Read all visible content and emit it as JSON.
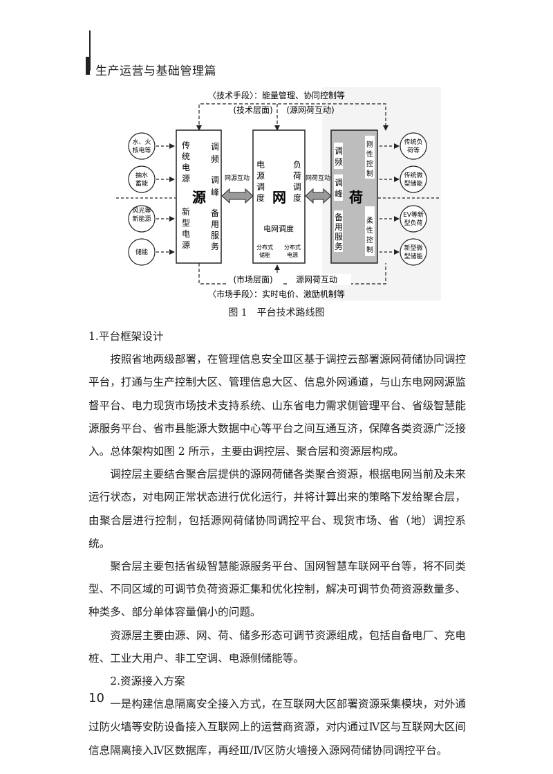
{
  "header": {
    "title": "生产运营与基础管理篇"
  },
  "figure": {
    "top_label": "〈技术手段〉：能量管理、协同控制等",
    "top_layer": "(技术层面)",
    "top_interact": "(源网荷互动)",
    "bottom_layer": "(市场层面)",
    "bottom_interact": "源网荷互动",
    "bottom_label": "〈市场手段〉：实时电价、激励机制等",
    "left_nodes": [
      "水、火核电等",
      "抽水蓄能",
      "风光等新能源",
      "储能"
    ],
    "right_nodes": [
      "传统负荷等",
      "传统微型储能",
      "EV等新型负荷",
      "新型微型储能"
    ],
    "source": {
      "big": "源",
      "traditional": "传统电源",
      "new": "新型电源",
      "tiao_pin": "调频",
      "tiao_feng": "调峰",
      "backup": "备用服务"
    },
    "grid": {
      "big": "网",
      "power_dispatch": "电源调度",
      "load_dispatch": "负荷调度",
      "grid_dispatch": "电网调度",
      "dist_storage": "分布式储能",
      "dist_power": "分布式电源"
    },
    "load": {
      "big": "荷",
      "tiao_pin": "调频",
      "tiao_feng": "调峰",
      "backup": "备用服务",
      "rigid": "刚性控制",
      "flexible": "柔性控制"
    },
    "arrow_left": "网源互动",
    "arrow_right": "网荷互动"
  },
  "caption": "图 1　平台技术路线图",
  "sections": [
    {
      "kind": "h",
      "text": "1.平台框架设计"
    },
    {
      "kind": "p",
      "text": "按照省地两级部署，在管理信息安全Ⅲ区基于调控云部署源网荷储协同调控平台，打通与生产控制大区、管理信息大区、信息外网通道，与山东电网网源监督平台、电力现货市场技术支持系统、山东省电力需求侧管理平台、省级智慧能源服务平台、省市县能源大数据中心等平台之间互通互济，保障各类资源广泛接入。总体架构如图 2 所示，主要由调控层、聚合层和资源层构成。"
    },
    {
      "kind": "p",
      "text": "调控层主要结合聚合层提供的源网荷储各类聚合资源，根据电网当前及未来运行状态，对电网正常状态进行优化运行，并将计算出来的策略下发给聚合层，由聚合层进行控制，包括源网荷储协同调控平台、现货市场、省（地）调控系统。"
    },
    {
      "kind": "p",
      "text": "聚合层主要包括省级智慧能源服务平台、国网智慧车联网平台等，将不同类型、不同区域的可调节负荷资源汇集和优化控制，解决可调节负荷资源数量多、种类多、部分单体容量偏小的问题。"
    },
    {
      "kind": "p",
      "text": "资源层主要由源、网、荷、储多形态可调节资源组成，包括自备电厂、充电桩、工业大用户、非工空调、电源侧储能等。"
    },
    {
      "kind": "p",
      "text": "2.资源接入方案"
    },
    {
      "kind": "p",
      "text": "一是构建信息隔离安全接入方式，在互联网大区部署资源采集模块，对外通过防火墙等安防设备接入互联网上的运营商资源，对内通过Ⅳ区与互联网大区间信息隔离接入Ⅳ区数据库，再经Ⅲ/Ⅳ区防火墙接入源网荷储协同调控平台。"
    }
  ],
  "page_number": "10"
}
